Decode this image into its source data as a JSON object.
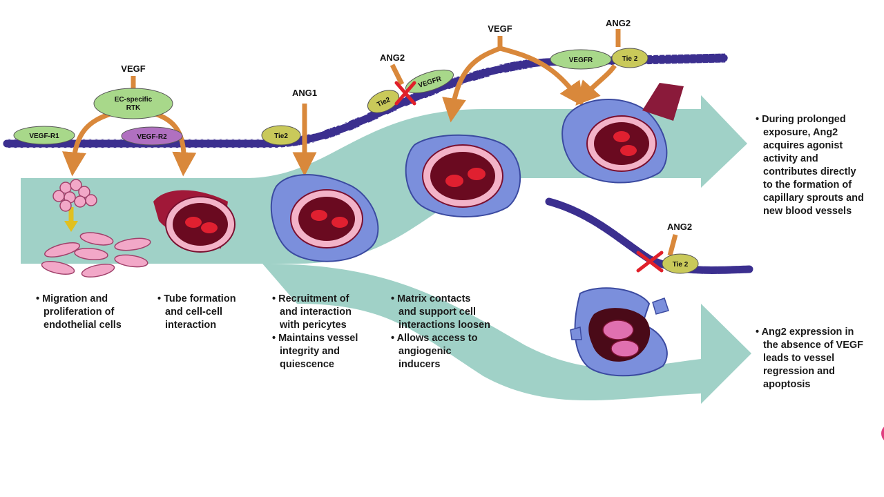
{
  "ligands": {
    "vegf_left": "VEGF",
    "ang1": "ANG1",
    "ang2_top": "ANG2",
    "vegf_right": "VEGF",
    "ang2_right": "ANG2",
    "ang2_lower": "ANG2"
  },
  "receptors": {
    "ec_specific_line1": "EC-specific",
    "ec_specific_line2": "RTK",
    "vegf_r1": "VEGF-R1",
    "vegf_r2": "VEGF-R2",
    "tie2_a": "Tie2",
    "tie2_b": "Tie2",
    "vegfr_a": "VEGFR",
    "vegfr_b": "VEGFR",
    "tie2_c": "Tie 2",
    "tie2_d": "Tie 2"
  },
  "captions": {
    "migration": [
      "Migration and",
      "proliferation of",
      "endothelial cells"
    ],
    "tube": [
      "Tube formation",
      "and cell-cell",
      "interaction"
    ],
    "recruitment": [
      "Recruitment of",
      "and interaction",
      "with pericytes"
    ],
    "maintains": [
      "Maintains vessel",
      "integrity and",
      "quiescence"
    ],
    "matrix": [
      "Matrix contacts",
      "and support cell",
      "interactions loosen"
    ],
    "allows": [
      "Allows access to",
      "angiogenic",
      "inducers"
    ],
    "prolonged": [
      "During prolonged",
      "exposure, Ang2",
      "acquires agonist",
      "activity and",
      "contributes directly",
      "to the formation of",
      "capillary sprouts and",
      "new blood vessels"
    ],
    "regression": [
      "Ang2 expression in",
      "the absence of VEGF",
      "leads to vessel",
      "regression and",
      "apoptosis"
    ]
  },
  "colors": {
    "flow_band": "#8fc9bd",
    "membrane_bead": "#3b2f8f",
    "arrow_orange": "#d9883b",
    "receptor_green": "#a8d88a",
    "receptor_olive": "#c9c95a",
    "receptor_purple": "#b070c0",
    "inhibit_red": "#e0202a",
    "pericyte_blue": "#7b8fdc",
    "lumen_red": "#c0102a"
  }
}
